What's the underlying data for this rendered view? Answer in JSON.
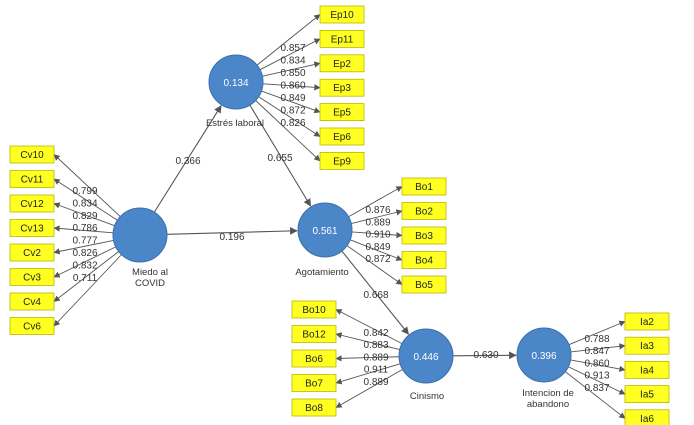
{
  "constructs": [
    {
      "id": "miedo",
      "label": [
        "Miedo al",
        "COVID"
      ],
      "r2": ""
    },
    {
      "id": "estres",
      "label": [
        "Estrés laboral"
      ],
      "r2": "0.134"
    },
    {
      "id": "agot",
      "label": [
        "Agotamiento"
      ],
      "r2": "0.561"
    },
    {
      "id": "cin",
      "label": [
        "Cinismo"
      ],
      "r2": "0.446"
    },
    {
      "id": "int",
      "label": [
        "Intencion de",
        "abandono"
      ],
      "r2": "0.396"
    }
  ],
  "indicators": {
    "miedo": [
      {
        "name": "Cv10",
        "loading": ""
      },
      {
        "name": "Cv11",
        "loading": "0.799"
      },
      {
        "name": "Cv12",
        "loading": "0.834"
      },
      {
        "name": "Cv13",
        "loading": "0.829"
      },
      {
        "name": "Cv2",
        "loading": "0.786"
      },
      {
        "name": "Cv3",
        "loading": "0.777"
      },
      {
        "name": "Cv4",
        "loading": "0.826"
      },
      {
        "name": "Cv6",
        "loading": "0.832"
      }
    ],
    "miedo_extra_loading": "0.711",
    "estres": [
      {
        "name": "Ep10",
        "loading": "0.857"
      },
      {
        "name": "Ep11",
        "loading": "0.834"
      },
      {
        "name": "Ep2",
        "loading": "0.850"
      },
      {
        "name": "Ep3",
        "loading": "0.860"
      },
      {
        "name": "Ep5",
        "loading": "0.849"
      },
      {
        "name": "Ep6",
        "loading": "0.872"
      },
      {
        "name": "Ep9",
        "loading": "0.826"
      }
    ],
    "agot": [
      {
        "name": "Bo1",
        "loading": "0.876"
      },
      {
        "name": "Bo2",
        "loading": "0.889"
      },
      {
        "name": "Bo3",
        "loading": "0.910"
      },
      {
        "name": "Bo4",
        "loading": "0.849"
      },
      {
        "name": "Bo5",
        "loading": "0.872"
      }
    ],
    "cin": [
      {
        "name": "Bo10",
        "loading": "0.842"
      },
      {
        "name": "Bo12",
        "loading": "0.883"
      },
      {
        "name": "Bo6",
        "loading": "0.889"
      },
      {
        "name": "Bo7",
        "loading": "0.911"
      },
      {
        "name": "Bo8",
        "loading": "0.889"
      }
    ],
    "int": [
      {
        "name": "Ia2",
        "loading": "0.788"
      },
      {
        "name": "Ia3",
        "loading": "0.847"
      },
      {
        "name": "Ia4",
        "loading": "0.860"
      },
      {
        "name": "Ia5",
        "loading": "0.913"
      },
      {
        "name": "Ia6",
        "loading": "0.837"
      }
    ]
  },
  "paths": [
    {
      "from": "miedo",
      "to": "estres",
      "coef": "0.366"
    },
    {
      "from": "miedo",
      "to": "agot",
      "coef": "0.196"
    },
    {
      "from": "estres",
      "to": "agot",
      "coef": "0.655"
    },
    {
      "from": "agot",
      "to": "cin",
      "coef": "0.668"
    },
    {
      "from": "cin",
      "to": "int",
      "coef": "0.630"
    }
  ]
}
